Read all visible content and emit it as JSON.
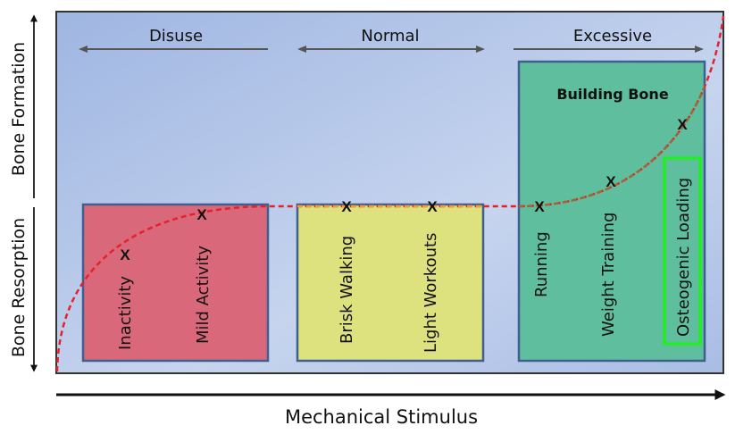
{
  "diagram": {
    "x_axis_label": "Mechanical Stimulus",
    "y_axis_labels": {
      "upper": "Bone Formation",
      "lower": "Bone Resorption"
    },
    "zones": [
      {
        "label": "Disuse",
        "arrow": "left"
      },
      {
        "label": "Normal",
        "arrow": "both"
      },
      {
        "label": "Excessive",
        "arrow": "right"
      }
    ],
    "boxes": [
      {
        "id": "disuse",
        "color": "#d9697a",
        "activities": [
          "Inactivity",
          "Mild Activity"
        ]
      },
      {
        "id": "normal",
        "color": "#dde27e",
        "activities": [
          "Brisk Walking",
          "Light Workouts"
        ]
      },
      {
        "id": "building",
        "color": "#5fbe9e",
        "title": "Building Bone",
        "activities": [
          "Running",
          "Weight Training",
          "Osteogenic Loading"
        ],
        "highlight": "Osteogenic Loading",
        "highlight_color": "#22ee22"
      }
    ],
    "marker_symbol": "X",
    "curve_color": "#e8202a",
    "curve_color_in_building": "#9a6a3a",
    "curve_color_in_normal": "#f0a030",
    "background_colors": [
      "#9fb6e2",
      "#c9d6ef"
    ],
    "box_border_color": "#3f5f8f"
  }
}
